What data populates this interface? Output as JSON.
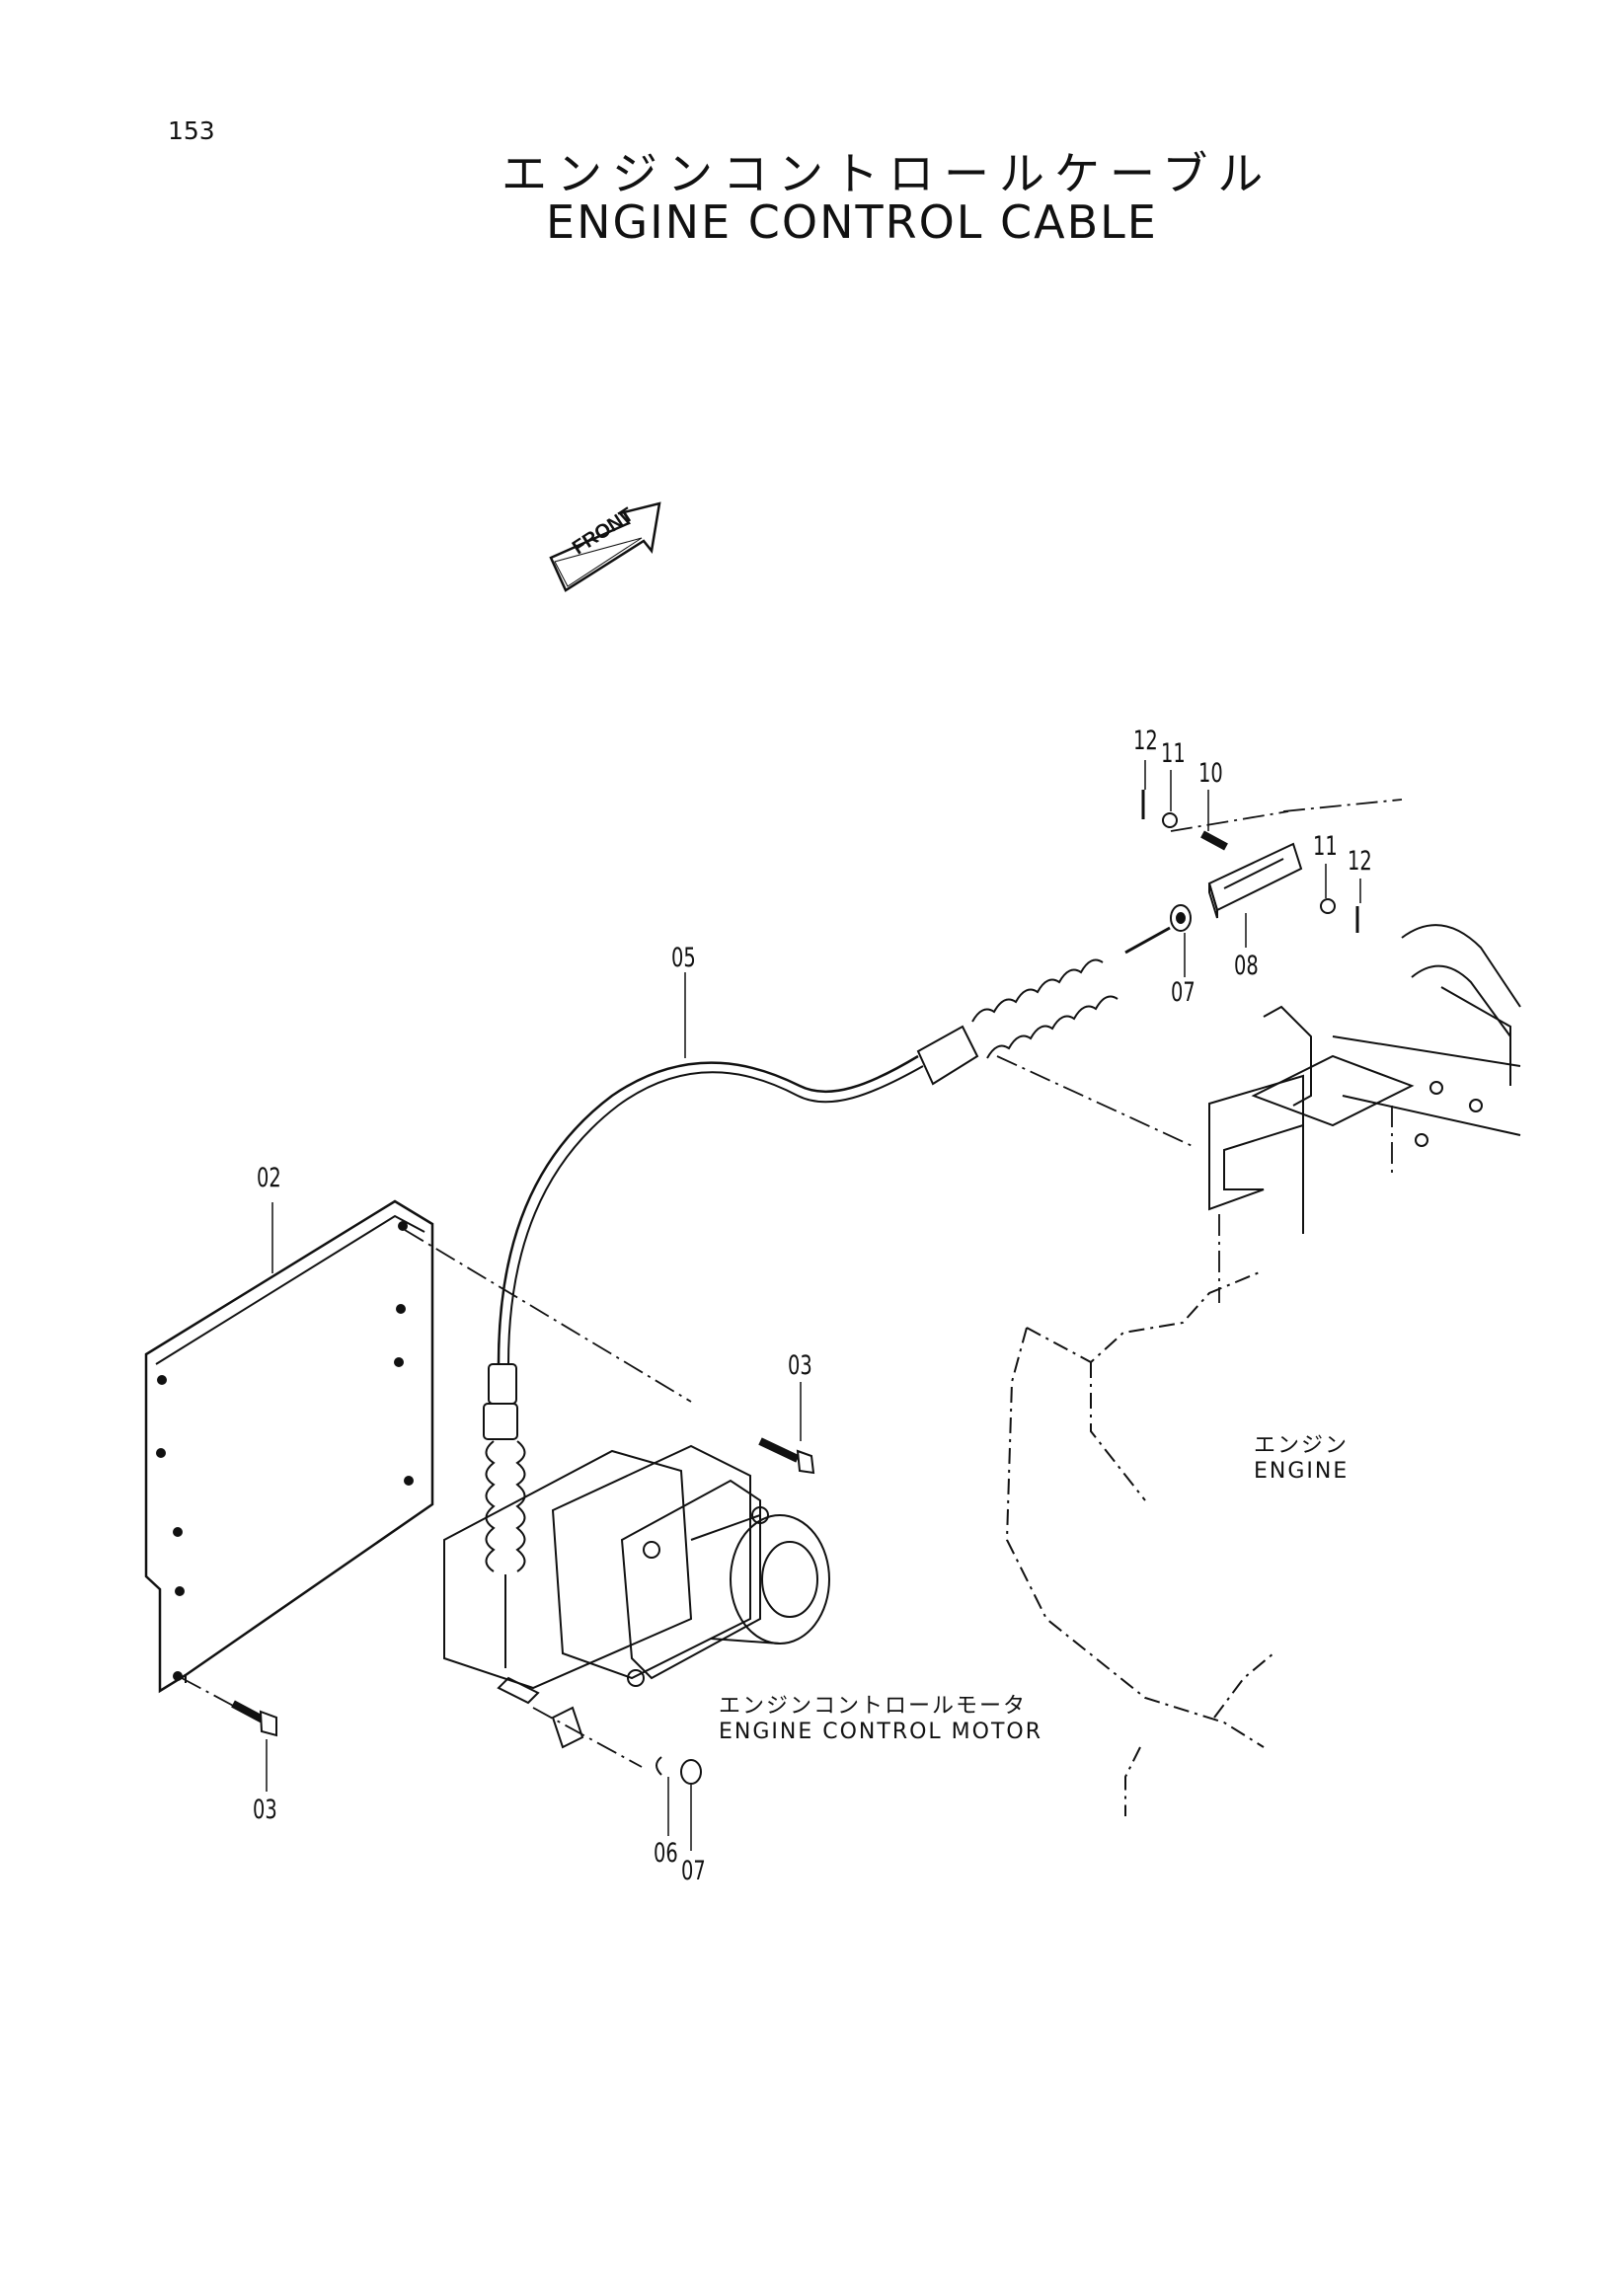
{
  "page_number": "153",
  "title_jp": "エンジンコントロールケーブル",
  "title_en": "ENGINE CONTROL CABLE",
  "front_arrow": "FRONT",
  "parts": [
    {
      "id": "p12a",
      "label": "12"
    },
    {
      "id": "p11a",
      "label": "11"
    },
    {
      "id": "p10",
      "label": "10"
    },
    {
      "id": "p11b",
      "label": "11"
    },
    {
      "id": "p12b",
      "label": "12"
    },
    {
      "id": "p07a",
      "label": "07"
    },
    {
      "id": "p08",
      "label": "08"
    },
    {
      "id": "p05",
      "label": "05"
    },
    {
      "id": "p02",
      "label": "02"
    },
    {
      "id": "p03a",
      "label": "03"
    },
    {
      "id": "p03b",
      "label": "03"
    },
    {
      "id": "p06",
      "label": "06"
    },
    {
      "id": "p07b",
      "label": "07"
    }
  ],
  "callouts": {
    "engine_jp": "エンジン",
    "engine_en": "ENGINE",
    "motor_jp": "エンジンコントロールモータ",
    "motor_en": "ENGINE CONTROL MOTOR"
  },
  "colors": {
    "ink": "#111111",
    "paper": "#ffffff"
  }
}
